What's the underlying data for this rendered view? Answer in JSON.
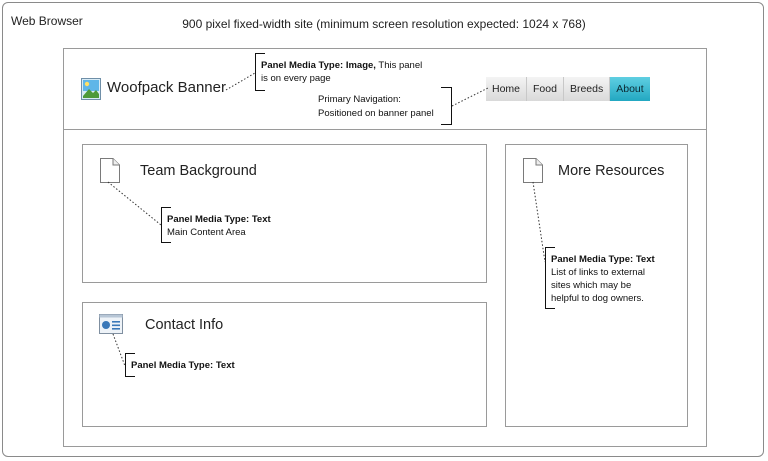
{
  "browser": {
    "label": "Web Browser"
  },
  "site_caption": "900 pixel fixed-width site (minimum screen resolution expected: 1024 x 768)",
  "banner": {
    "title": "Woofpack Banner",
    "callout_bold": "Panel Media Type: Image,",
    "callout_line1": " This panel",
    "callout_line2": "is on every page",
    "icon": "image-icon"
  },
  "navigation": {
    "items": [
      {
        "label": "Home",
        "active": false
      },
      {
        "label": "Food",
        "active": false
      },
      {
        "label": "Breeds",
        "active": false
      },
      {
        "label": "About",
        "active": true
      }
    ],
    "callout_line1": "Primary Navigation:",
    "callout_line2": "Positioned on banner panel",
    "active_color": "#2db3cb"
  },
  "panels": {
    "team": {
      "title": "Team Background",
      "callout_bold": "Panel Media Type: Text",
      "callout_line": "Main Content Area",
      "icon": "document-icon"
    },
    "contact": {
      "title": "Contact Info",
      "callout_bold": "Panel Media Type: Text",
      "icon": "contact-card-icon"
    },
    "resources": {
      "title": "More Resources",
      "callout_bold": "Panel Media Type: Text",
      "callout_line1": "List of links to external",
      "callout_line2": "sites which may be",
      "callout_line3": "helpful to dog owners.",
      "icon": "document-icon"
    }
  }
}
